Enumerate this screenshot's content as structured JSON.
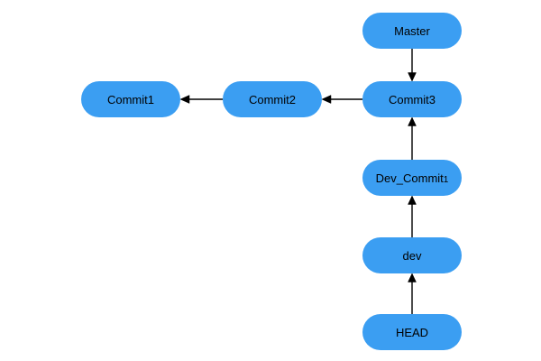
{
  "diagram": {
    "type": "git-commit-graph",
    "background": "#ffffff"
  },
  "colors": {
    "node_fill": "#3B9EF2",
    "edge": "#000000",
    "text": "#000000",
    "background": "#ffffff"
  },
  "nodes": [
    {
      "id": "Master",
      "label": "Master",
      "sub": ""
    },
    {
      "id": "Commit1",
      "label": "Commit1",
      "sub": ""
    },
    {
      "id": "Commit2",
      "label": "Commit2",
      "sub": ""
    },
    {
      "id": "Commit3",
      "label": "Commit3",
      "sub": ""
    },
    {
      "id": "Dev_Commit1",
      "label": "Dev_Commit",
      "sub": "1"
    },
    {
      "id": "dev",
      "label": "dev",
      "sub": ""
    },
    {
      "id": "HEAD",
      "label": "HEAD",
      "sub": ""
    }
  ],
  "edges": [
    {
      "from": "Master",
      "to": "Commit3",
      "direction": "down"
    },
    {
      "from": "Commit3",
      "to": "Commit2",
      "direction": "left"
    },
    {
      "from": "Commit2",
      "to": "Commit1",
      "direction": "left"
    },
    {
      "from": "Dev_Commit1",
      "to": "Commit3",
      "direction": "up"
    },
    {
      "from": "dev",
      "to": "Dev_Commit1",
      "direction": "up"
    },
    {
      "from": "HEAD",
      "to": "dev",
      "direction": "up"
    }
  ]
}
